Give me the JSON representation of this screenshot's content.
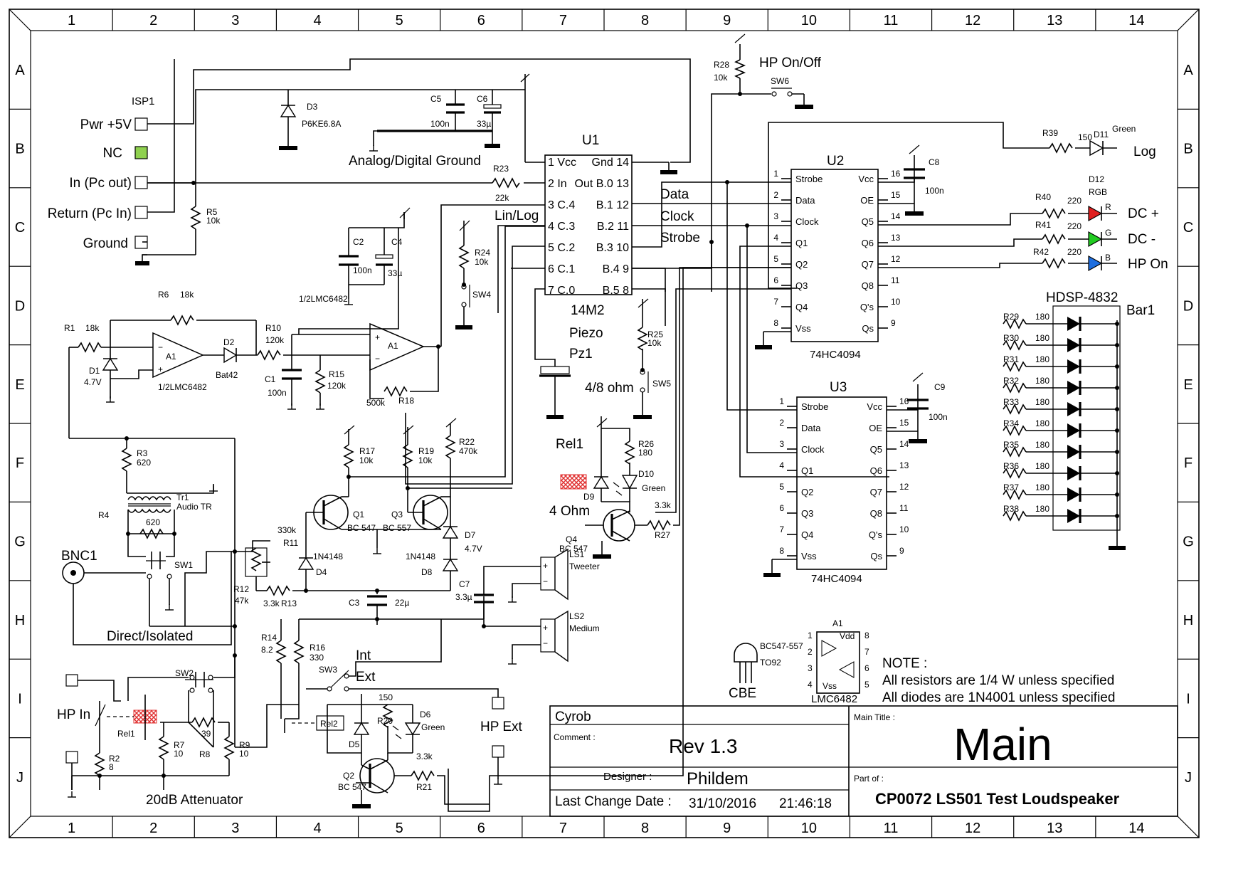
{
  "frame": {
    "columns": [
      "1",
      "2",
      "3",
      "4",
      "5",
      "6",
      "7",
      "8",
      "9",
      "10",
      "11",
      "12",
      "13",
      "14"
    ],
    "rows": [
      "A",
      "B",
      "C",
      "D",
      "E",
      "F",
      "G",
      "H",
      "I",
      "J"
    ]
  },
  "connector": {
    "ref": "ISP1",
    "pins": [
      "Pwr +5V",
      "NC",
      "In (Pc out)",
      "Return (Pc In)",
      "Ground"
    ],
    "nc_color": "#8fd14f"
  },
  "labels": {
    "analog_ground": "Analog/Digital Ground",
    "hp_onoff": "HP On/Off",
    "data": "Data",
    "clock": "Clock",
    "strobe": "Strobe",
    "lin_log": "Lin/Log",
    "piezo": "Piezo",
    "pz1": "Pz1",
    "ohm48": "4/8 ohm",
    "rel1": "Rel1",
    "ohm4": "4 Ohm",
    "bnc1": "BNC1",
    "direct": "Direct/Isolated",
    "int": "Int",
    "ext": "Ext",
    "hp_ext": "HP Ext",
    "hp_in": "HP In",
    "atten": "20dB Attenuator",
    "log": "Log",
    "dc_plus": "DC +",
    "dc_minus": "DC -",
    "hp_on": "HP On",
    "hdsp": "HDSP-4832",
    "bar1": "Bar1",
    "rgb": "RGB",
    "green": "Green",
    "tweeter": "Tweeter",
    "medium": "Medium",
    "audio_tr": "Audio TR",
    "to92": "TO92",
    "bc547_557": "BC547-557",
    "cbe": "CBE",
    "lmc6482": "LMC6482",
    "vdd": "Vdd",
    "vss": "Vss"
  },
  "u1": {
    "ref": "U1",
    "part": "14M2",
    "left_pins": [
      "1 Vcc",
      "2 In",
      "3 C.4",
      "4 C.3",
      "5 C.2",
      "6 C.1",
      "7 C.0"
    ],
    "right_pins": [
      "Gnd 14",
      "Out B.0 13",
      "B.1 12",
      "B.2 11",
      "B.3 10",
      "B.4  9",
      "B.5  8"
    ]
  },
  "u2": {
    "ref": "U2",
    "part": "74HC4094",
    "left_pins": [
      "Strobe",
      "Data",
      "Clock",
      "Q1",
      "Q2",
      "Q3",
      "Q4",
      "Vss"
    ],
    "left_nums": [
      "1",
      "2",
      "3",
      "4",
      "5",
      "6",
      "7",
      "8"
    ],
    "right_pins": [
      "Vcc",
      "OE",
      "Q5",
      "Q6",
      "Q7",
      "Q8",
      "Q's",
      "Qs"
    ],
    "right_nums": [
      "16",
      "15",
      "14",
      "13",
      "12",
      "11",
      "10",
      "9"
    ]
  },
  "u3": {
    "ref": "U3",
    "part": "74HC4094",
    "left_pins": [
      "Strobe",
      "Data",
      "Clock",
      "Q1",
      "Q2",
      "Q3",
      "Q4",
      "Vss"
    ],
    "left_nums": [
      "1",
      "2",
      "3",
      "4",
      "5",
      "6",
      "7",
      "8"
    ],
    "right_pins": [
      "Vcc",
      "OE",
      "Q5",
      "Q6",
      "Q7",
      "Q8",
      "Q's",
      "Qs"
    ],
    "right_nums": [
      "16",
      "15",
      "14",
      "13",
      "12",
      "11",
      "10",
      "9"
    ]
  },
  "bar_resistors": [
    {
      "ref": "R29",
      "val": "180"
    },
    {
      "ref": "R30",
      "val": "180"
    },
    {
      "ref": "R31",
      "val": "180"
    },
    {
      "ref": "R32",
      "val": "180"
    },
    {
      "ref": "R33",
      "val": "180"
    },
    {
      "ref": "R34",
      "val": "180"
    },
    {
      "ref": "R35",
      "val": "180"
    },
    {
      "ref": "R36",
      "val": "180"
    },
    {
      "ref": "R37",
      "val": "180"
    },
    {
      "ref": "R38",
      "val": "180"
    }
  ],
  "components": {
    "d3": "D3",
    "d3v": "P6KE6.8A",
    "c5": "C5",
    "c5v": "100n",
    "c6": "C6",
    "c6v": "33µ",
    "r23": "R23",
    "r23v": "22k",
    "r5": "R5",
    "r5v": "10k",
    "r28": "R28",
    "r28v": "10k",
    "sw6": "SW6",
    "c8": "C8",
    "c8v": "100n",
    "c9": "C9",
    "c9v": "100n",
    "r39": "R39",
    "r39v": "150",
    "d11": "D11",
    "r40": "R40",
    "r40v": "220",
    "r41": "R41",
    "r41v": "220",
    "r42": "R42",
    "r42v": "220",
    "d12": "D12",
    "c2": "C2",
    "c2v": "100n",
    "c4": "C4",
    "c4v": "33µ",
    "r24": "R24",
    "r24v": "10k",
    "sw4": "SW4",
    "r6": "R6",
    "r6v": "18k",
    "r1": "R1",
    "r1v": "18k",
    "d1": "D1",
    "d1v": "4.7V",
    "a1": "A1",
    "opamp": "1/2LMC6482",
    "d2": "D2",
    "d2v": "Bat42",
    "r10": "R10",
    "r10v": "120k",
    "c1": "C1",
    "c1v": "100n",
    "r15": "R15",
    "r15v": "120k",
    "r18v": "500k",
    "r18": "R18",
    "r25": "R25",
    "r25v": "10k",
    "sw5": "SW5",
    "r3": "R3",
    "r3v": "620",
    "tr1": "Tr1",
    "r4": "R4",
    "r4v": "620",
    "sw1": "SW1",
    "r17": "R17",
    "r17v": "10k",
    "r19": "R19",
    "r19v": "10k",
    "r22": "R22",
    "r22v": "470k",
    "q1": "Q1",
    "q1v": "BC 547",
    "q3": "Q3",
    "q3v": "BC 557",
    "r11": "R11",
    "r11v": "330k",
    "d4": "D4",
    "d4v": "1N4148",
    "d8": "D8",
    "d8v": "1N4148",
    "d7": "D7",
    "d7v": "4.7V",
    "r12": "R12",
    "r12v": "47k",
    "r13": "R13",
    "r13v": "3.3k",
    "c3": "C3",
    "c3v": "22µ",
    "c7": "C7",
    "c7v": "3.3µ",
    "r26": "R26",
    "r26v": "180",
    "d9": "D9",
    "d10": "D10",
    "q4": "Q4",
    "q4v": "BC 547",
    "r27": "R27",
    "r27v": "3.3k",
    "ls1": "LS1",
    "ls2": "LS2",
    "r14": "R14",
    "r14v": "8.2",
    "r16": "R16",
    "r16v": "330",
    "sw3": "SW3",
    "sw2": "SW2",
    "rel2": "Rel2",
    "r20": "R20",
    "r20v": "150",
    "d6": "D6",
    "d5": "D5",
    "q2": "Q2",
    "q2v": "BC 547",
    "r21": "R21",
    "r21v": "3.3k",
    "r2": "R2",
    "r2v": "8",
    "r7": "R7",
    "r7v": "10",
    "r8": "R8",
    "r8v": "39",
    "r9": "R9",
    "r9v": "10"
  },
  "note": {
    "title": "NOTE :",
    "line1": "All resistors are 1/4 W unless specified",
    "line2": "All diodes are 1N4001 unless specified"
  },
  "title_block": {
    "company": "Cyrob",
    "comment_label": "Comment :",
    "comment": "Rev 1.3",
    "designer_label": "Designer :",
    "designer": "Phildem",
    "date_label": "Last Change Date :",
    "date": "31/10/2016",
    "time": "21:46:18",
    "main_title_label": "Main Title :",
    "main_title": "Main",
    "part_of_label": "Part of :",
    "part_of": "CP0072 LS501 Test Loudspeaker"
  },
  "colors": {
    "led_red": "#e02020",
    "led_green": "#22cc22",
    "led_blue": "#1f6fe0",
    "relay_hatch": "#e03030"
  }
}
